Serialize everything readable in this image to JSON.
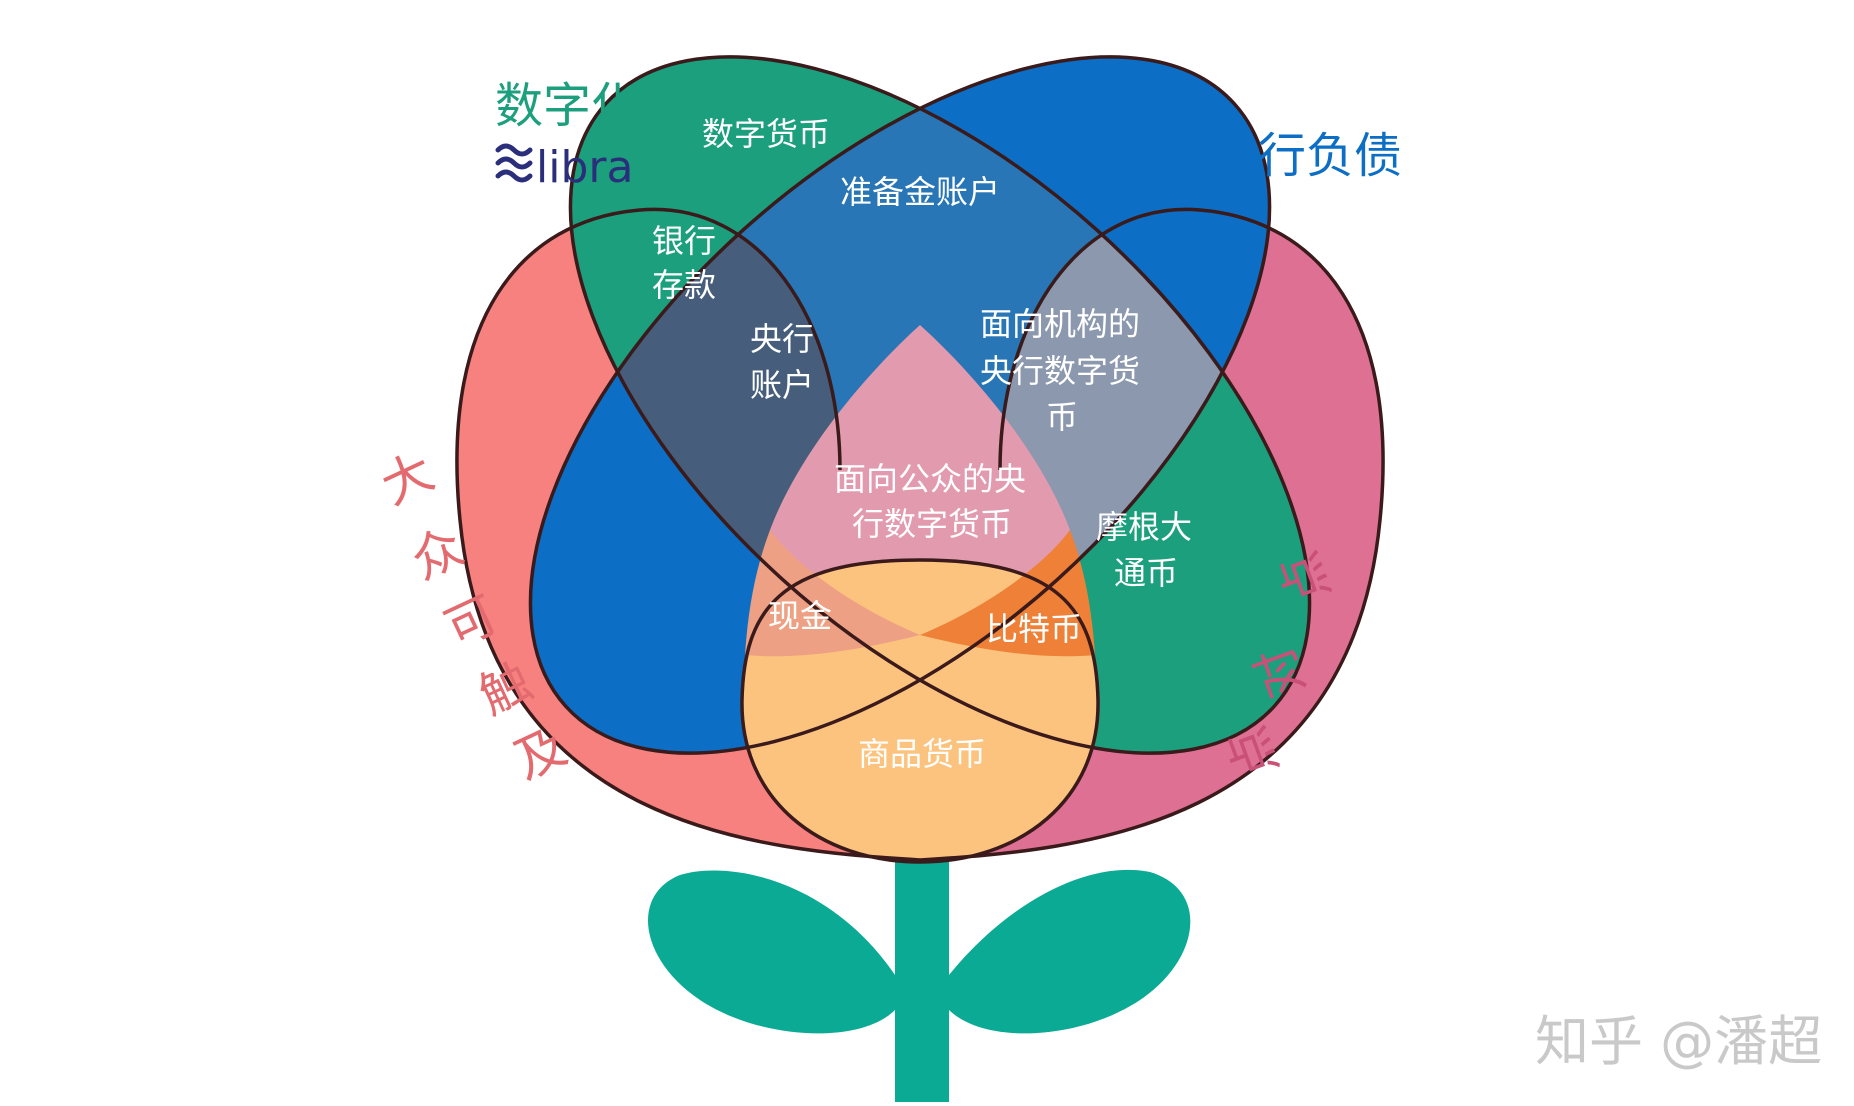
{
  "colors": {
    "public": "#F7817F",
    "p2p": "#DE7093",
    "digital": "#1B9F7D",
    "cb_liability": "#0C6EC4",
    "commodity": "#FCC37E",
    "outline": "#3A1A1A",
    "stem": "#0AAA94",
    "libra_logo": "#2B2E7A",
    "watermark": "#C9C9C9"
  },
  "labels": {
    "digital_title": "数字化",
    "libra_brand": "libra",
    "cb_liability_title": "央行负债",
    "public_reach": [
      "大",
      "众",
      "可",
      "触",
      "及"
    ],
    "peer_to_peer": [
      "点",
      "对",
      "点"
    ],
    "digital_currency": "数字货币",
    "reserve_account": "准备金账户",
    "bank_deposit": [
      "银行",
      "存款"
    ],
    "cb_account": [
      "央行",
      "账户"
    ],
    "institutional_cbdc": [
      "面向机构的",
      "央行数字货",
      "币"
    ],
    "retail_cbdc": [
      "面向公众的央",
      "行数字货币"
    ],
    "jpm_coin": [
      "摩根大",
      "通币"
    ],
    "cash": "现金",
    "bitcoin": "比特币",
    "commodity_money": "商品货币"
  },
  "watermark": "知乎 @潘超"
}
